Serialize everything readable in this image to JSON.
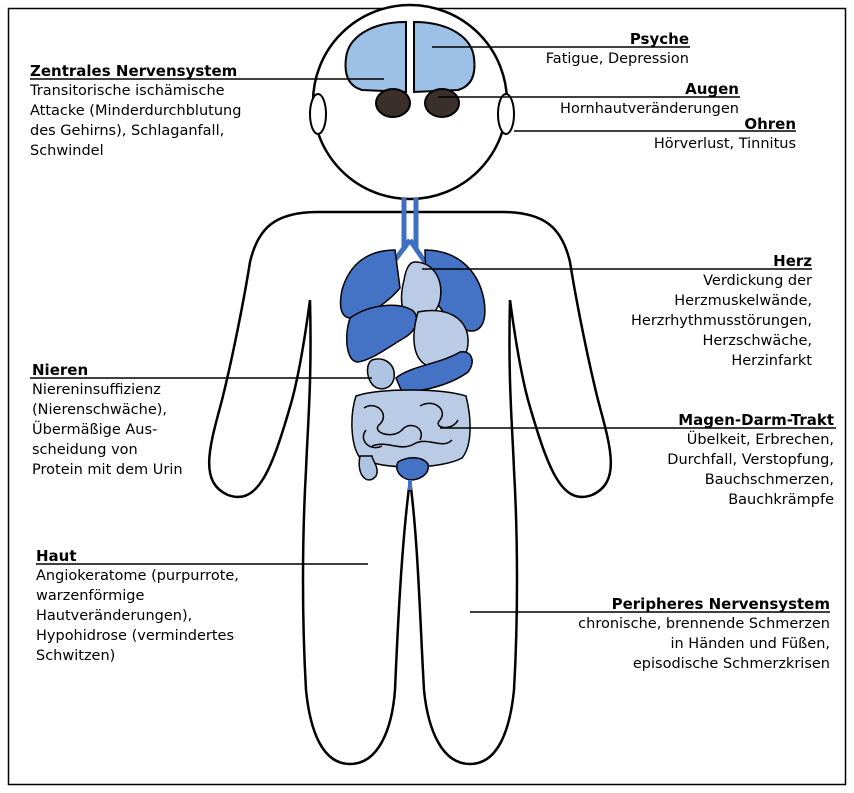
{
  "labels": {
    "zns": {
      "title": "Zentrales Nervensystem",
      "body": "Transitorische ischämische\nAttacke (Minderdurchblutung\ndes Gehirns), Schlaganfall,\nSchwindel"
    },
    "psyche": {
      "title": "Psyche",
      "body": "Fatigue, Depression"
    },
    "augen": {
      "title": "Augen",
      "body": "Hornhautveränderungen"
    },
    "ohren": {
      "title": "Ohren",
      "body": "Hörverlust, Tinnitus"
    },
    "herz": {
      "title": "Herz",
      "body": "Verdickung der\nHerzmuskelwände,\nHerzrhythmusstörungen,\nHerzschwäche,\nHerzinfarkt"
    },
    "nieren": {
      "title": "Nieren",
      "body": "Niereninsuffizienz\n(Nierenschwäche),\nÜbermäßige Aus-\nscheidung von\nProtein mit dem Urin"
    },
    "magen": {
      "title": "Magen-Darm-Trakt",
      "body": "Übelkeit, Erbrechen,\nDurchfall, Verstopfung,\nBauchschmerzen,\nBauchkrämpfe"
    },
    "haut": {
      "title": "Haut",
      "body": "Angiokeratome (purpurrote,\nwarzenförmige\nHautveränderungen),\nHypohidrose (vermindertes\nSchwitzen)"
    },
    "pns": {
      "title": "Peripheres Nervensystem",
      "body": "chronische, brennende Schmerzen\nin Händen und Füßen,\nepisodische Schmerzkrisen"
    }
  },
  "colors": {
    "organ_dark": "#3f6fc0",
    "organ_mid": "#5b86cf",
    "organ_light": "#aec3e2",
    "brain": "#9cc0e6",
    "outline": "#000000"
  }
}
